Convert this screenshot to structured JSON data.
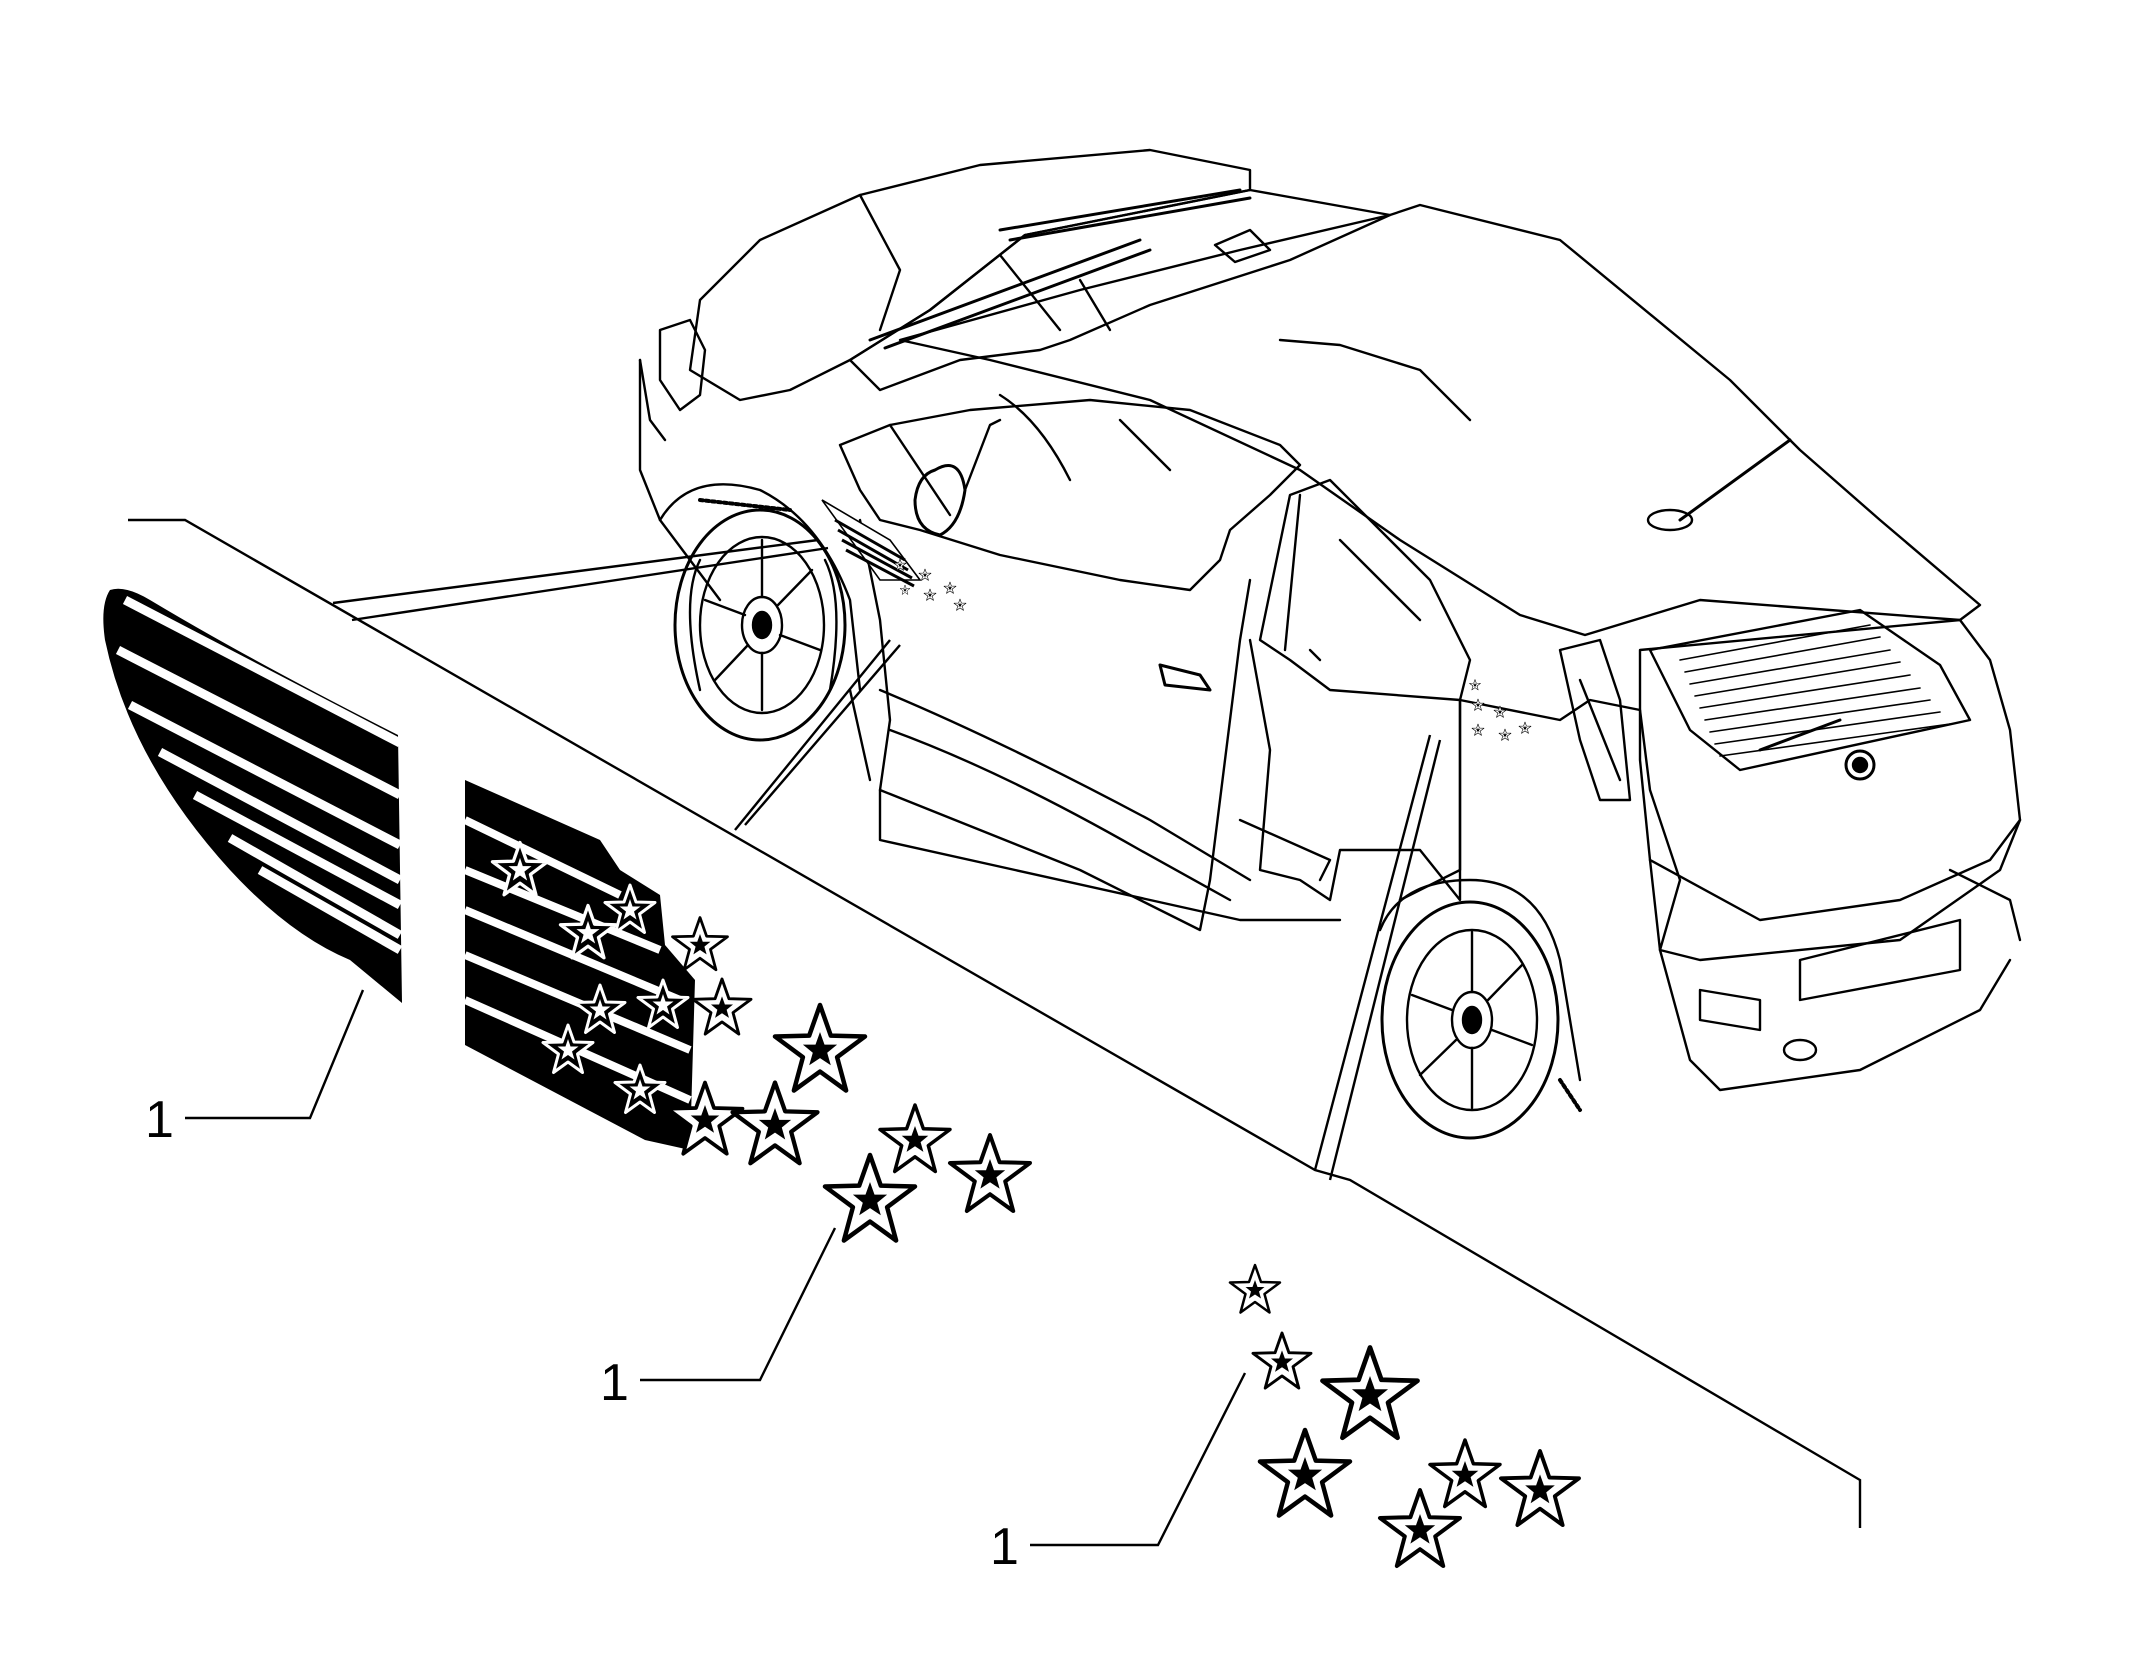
{
  "diagram": {
    "type": "exploded-parts-view",
    "subject": "car-side-decals",
    "colors": {
      "ink": "#000000",
      "paper": "#ffffff"
    },
    "callouts": [
      {
        "id": "callout-front-stripes",
        "label": "1"
      },
      {
        "id": "callout-front-stars",
        "label": "1"
      },
      {
        "id": "callout-rear-stars",
        "label": "1"
      }
    ]
  }
}
